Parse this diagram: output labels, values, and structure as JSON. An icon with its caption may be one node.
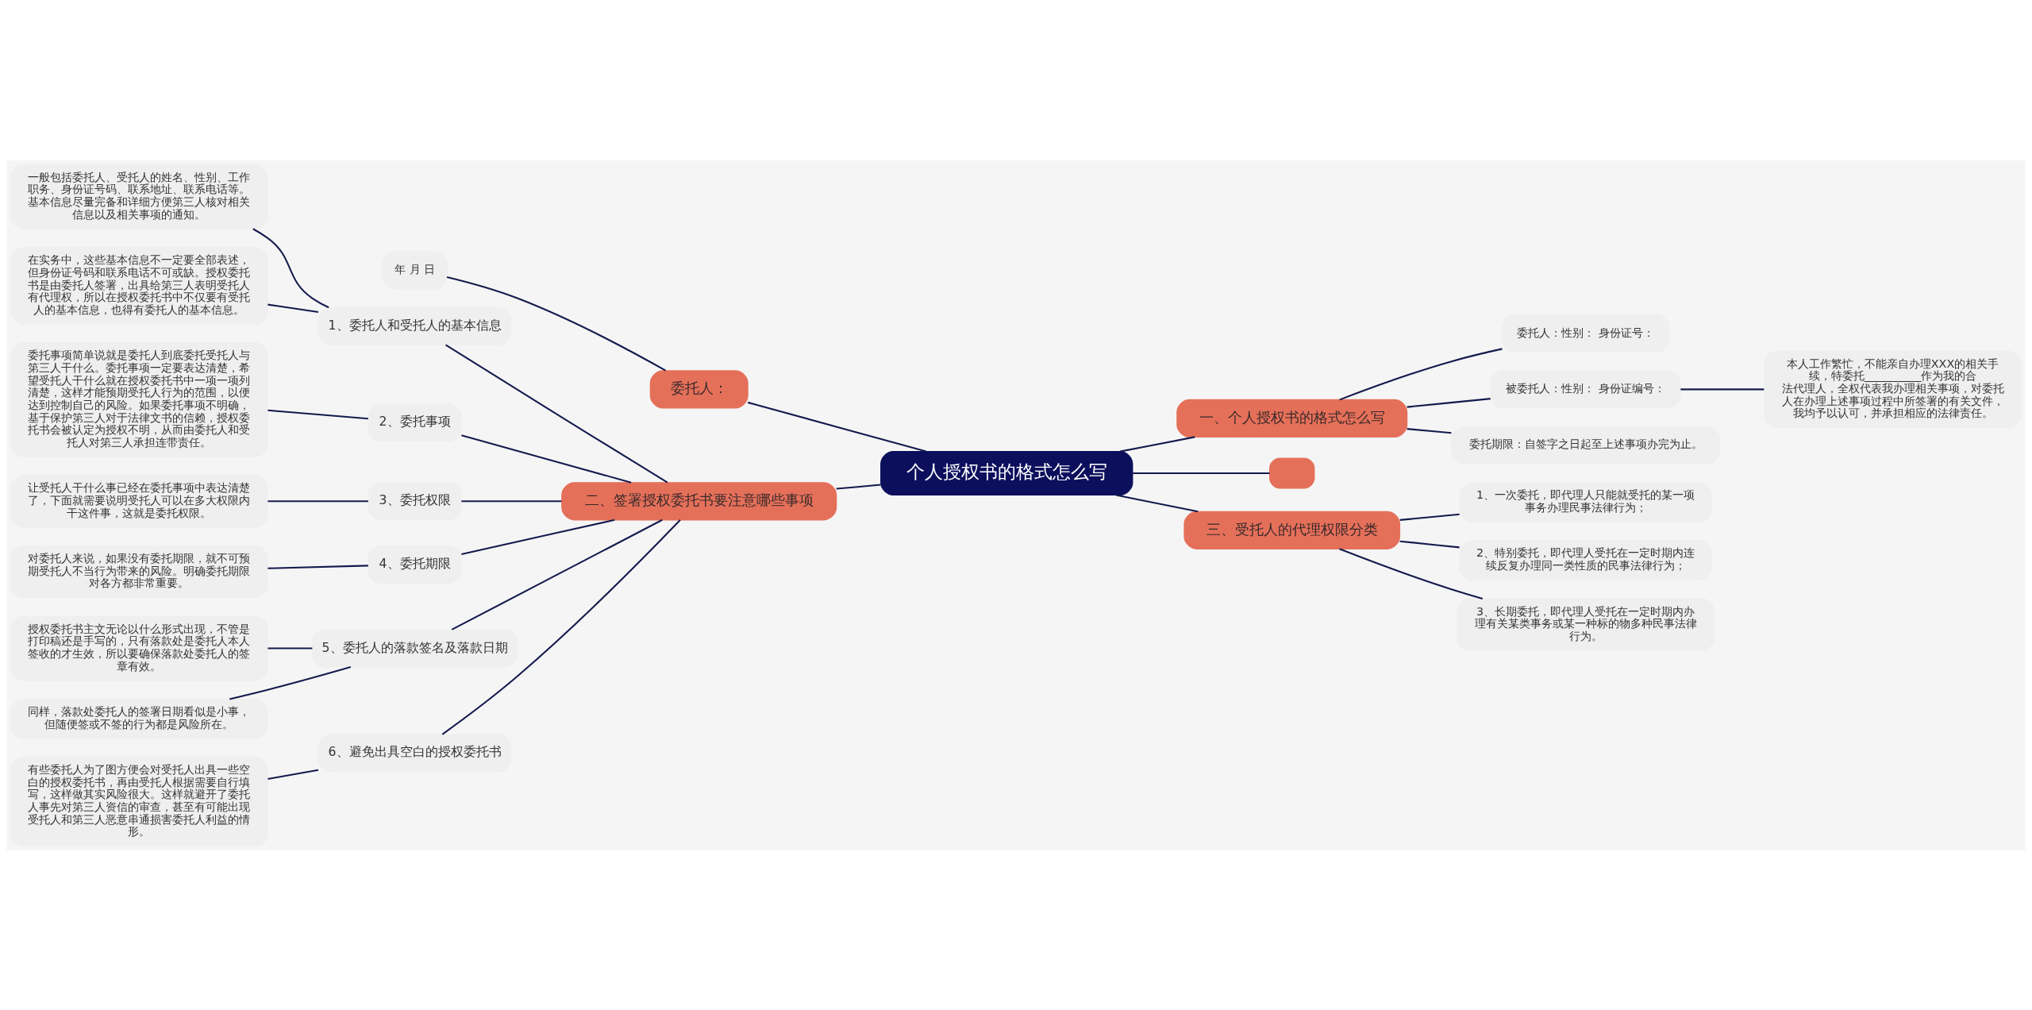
{
  "diagram": {
    "nodes": [
      {
        "text": [
          "个人授权书的格式怎么写"
        ]
      },
      {
        "text": [
          "委托人："
        ]
      },
      {
        "text": [
          "年 月 日"
        ]
      },
      {
        "text": [
          "一、个人授权书的格式怎么写"
        ]
      },
      {
        "text": [
          "委托人：性别： 身份证号："
        ]
      },
      {
        "text": [
          "被委托人：性别： 身份证编号："
        ]
      },
      {
        "text": [
          "本人工作繁忙，不能亲自办理XXX的相关手续，特委托__________作为我的合法代理人，全权代表我办理相关事项，对委托人在办理上述事项过程中所签署的有关文件，我均予以认可，并承担相应的法律责任。"
        ]
      },
      {
        "text": [
          "委托期限：自签字之日起至上述事项办完为止。"
        ]
      },
      {
        "text": [],
        "shape": "box"
      },
      {
        "text": [
          "三、受托人的代理权限分类"
        ]
      },
      {
        "text": [
          "1、一次委托，即代理人只能就受托的某一项事务办理民事法律行为；"
        ]
      },
      {
        "text": [
          "2、特别委托，即代理人受托在一定时期内连续反复办理同一类性质的民事法律行为；"
        ]
      },
      {
        "text": [
          "3、长期委托，即代理人受托在一定时期内办理有关某类事务或某一种标的物多种民事法律行为。"
        ]
      },
      {
        "text": [
          "二、签署授权委托书要注意哪些事项"
        ]
      },
      {
        "text": [
          "1、委托人和受托人的基本信息"
        ]
      },
      {
        "text": [
          "一般包括委托人、受托人的姓名、性别、工作职务、身份证号码、联系地址、联系电话等。基本信息尽量完备和详细方便第三人核对相关信息以及相关事项的通知。"
        ]
      },
      {
        "text": [
          "在实务中，这些基本信息不一定要全部表述，但身份证号码和联系电话不可或缺。授权委托书是由委托人签署，出具给第三人表明受托人有代理权，所以在授权委托书中不仅要有受托人的基本信息，也得有委托人的基本信息。"
        ]
      },
      {
        "text": [
          "2、委托事项"
        ]
      },
      {
        "text": [
          "委托事项简单说就是委托人到底委托受托人与第三人干什么。委托事项一定要表达清楚，希望受托人干什么就在授权委托书中一项一项列清楚，这样才能预期受托人行为的范围，以便达到控制自己的风险。如果委托事项不明确，基于保护第三人对于法律文书的信赖，授权委托书会被认定为授权不明，从而由委托人和受托人对第三人承担连带责任。"
        ]
      },
      {
        "text": [
          "3、委托权限"
        ]
      },
      {
        "text": [
          "让受托人干什么事已经在委托事项中表达清楚了，下面就需要说明受托人可以在多大权限内干这件事，这就是委托权限。"
        ]
      },
      {
        "text": [
          "4、委托期限"
        ]
      },
      {
        "text": [
          "对委托人来说，如果没有委托期限，就不可预期受托人不当行为带来的风险。明确委托期限对各方都非常重要。"
        ]
      },
      {
        "text": [
          "5、委托人的落款签名及落款日期"
        ]
      },
      {
        "text": [
          "授权委托书主文无论以什么形式出现，不管是打印稿还是手写的，只有落款处是委托人本人签收的才生效，所以要确保落款处委托人的签章有效。"
        ]
      },
      {
        "text": [
          "同样，落款处委托人的签署日期看似是小事，但随便签或不签的行为都是风险所在。"
        ]
      },
      {
        "text": [
          "6、避免出具空白的授权委托书"
        ]
      },
      {
        "text": [
          "有些委托人为了图方便会对受托人出具一些空白的授权委托书，再由受托人根据需要自行填写，这样做其实风险很大。这样就避开了委托人事先对第三人资信的审查，甚至有可能出现受托人和第三人恶意串通损害委托人利益的情形。"
        ]
      }
    ],
    "edges": [
      {
        "from": 0,
        "to": 1,
        "arrow": "none"
      },
      {
        "from": 1,
        "to": 2,
        "arrow": "none"
      },
      {
        "from": 0,
        "to": 3,
        "arrow": "none"
      },
      {
        "from": 3,
        "to": 4,
        "arrow": "none"
      },
      {
        "from": 3,
        "to": 5,
        "arrow": "none"
      },
      {
        "from": 5,
        "to": 6,
        "arrow": "none"
      },
      {
        "from": 3,
        "to": 7,
        "arrow": "none"
      },
      {
        "from": 0,
        "to": 8,
        "arrow": "none"
      },
      {
        "from": 0,
        "to": 9,
        "arrow": "none"
      },
      {
        "from": 9,
        "to": 10,
        "arrow": "none"
      },
      {
        "from": 9,
        "to": 11,
        "arrow": "none"
      },
      {
        "from": 9,
        "to": 12,
        "arrow": "none"
      },
      {
        "from": 0,
        "to": 13,
        "arrow": "none"
      },
      {
        "from": 13,
        "to": 14,
        "arrow": "none"
      },
      {
        "from": 14,
        "to": 15,
        "arrow": "none"
      },
      {
        "from": 14,
        "to": 16,
        "arrow": "none"
      },
      {
        "from": 13,
        "to": 17,
        "arrow": "none"
      },
      {
        "from": 17,
        "to": 18,
        "arrow": "none"
      },
      {
        "from": 13,
        "to": 19,
        "arrow": "none"
      },
      {
        "from": 19,
        "to": 20,
        "arrow": "none"
      },
      {
        "from": 13,
        "to": 21,
        "arrow": "none"
      },
      {
        "from": 21,
        "to": 22,
        "arrow": "none"
      },
      {
        "from": 13,
        "to": 23,
        "arrow": "none"
      },
      {
        "from": 23,
        "to": 24,
        "arrow": "none"
      },
      {
        "from": 23,
        "to": 25,
        "arrow": "none"
      },
      {
        "from": 13,
        "to": 26,
        "arrow": "none"
      },
      {
        "from": 26,
        "to": 27,
        "arrow": "none"
      }
    ]
  }
}
